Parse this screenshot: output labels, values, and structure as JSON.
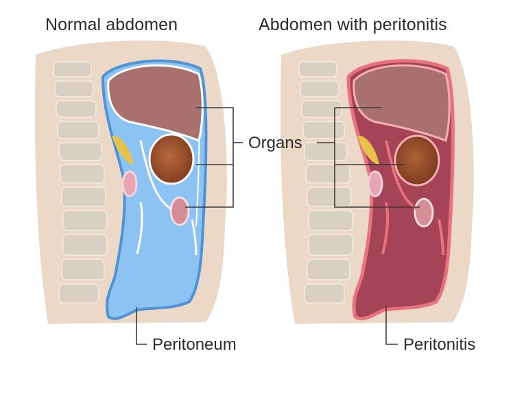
{
  "panels": {
    "left_title": "Normal abdomen",
    "right_title": "Abdomen with peritonitis"
  },
  "labels": {
    "organs": "Organs",
    "peritoneum": "Peritoneum",
    "peritonitis": "Peritonitis"
  },
  "colors": {
    "normal_peritoneum": "#8cc3f2",
    "normal_membrane": "#4f93d6",
    "inflamed_fill": "#a54458",
    "inflamed_membrane": "#e8727e",
    "liver": "#a8706e",
    "stomach": "#9c4e28",
    "skin": "#ecd8c6",
    "spine": "#d6cdbf"
  }
}
